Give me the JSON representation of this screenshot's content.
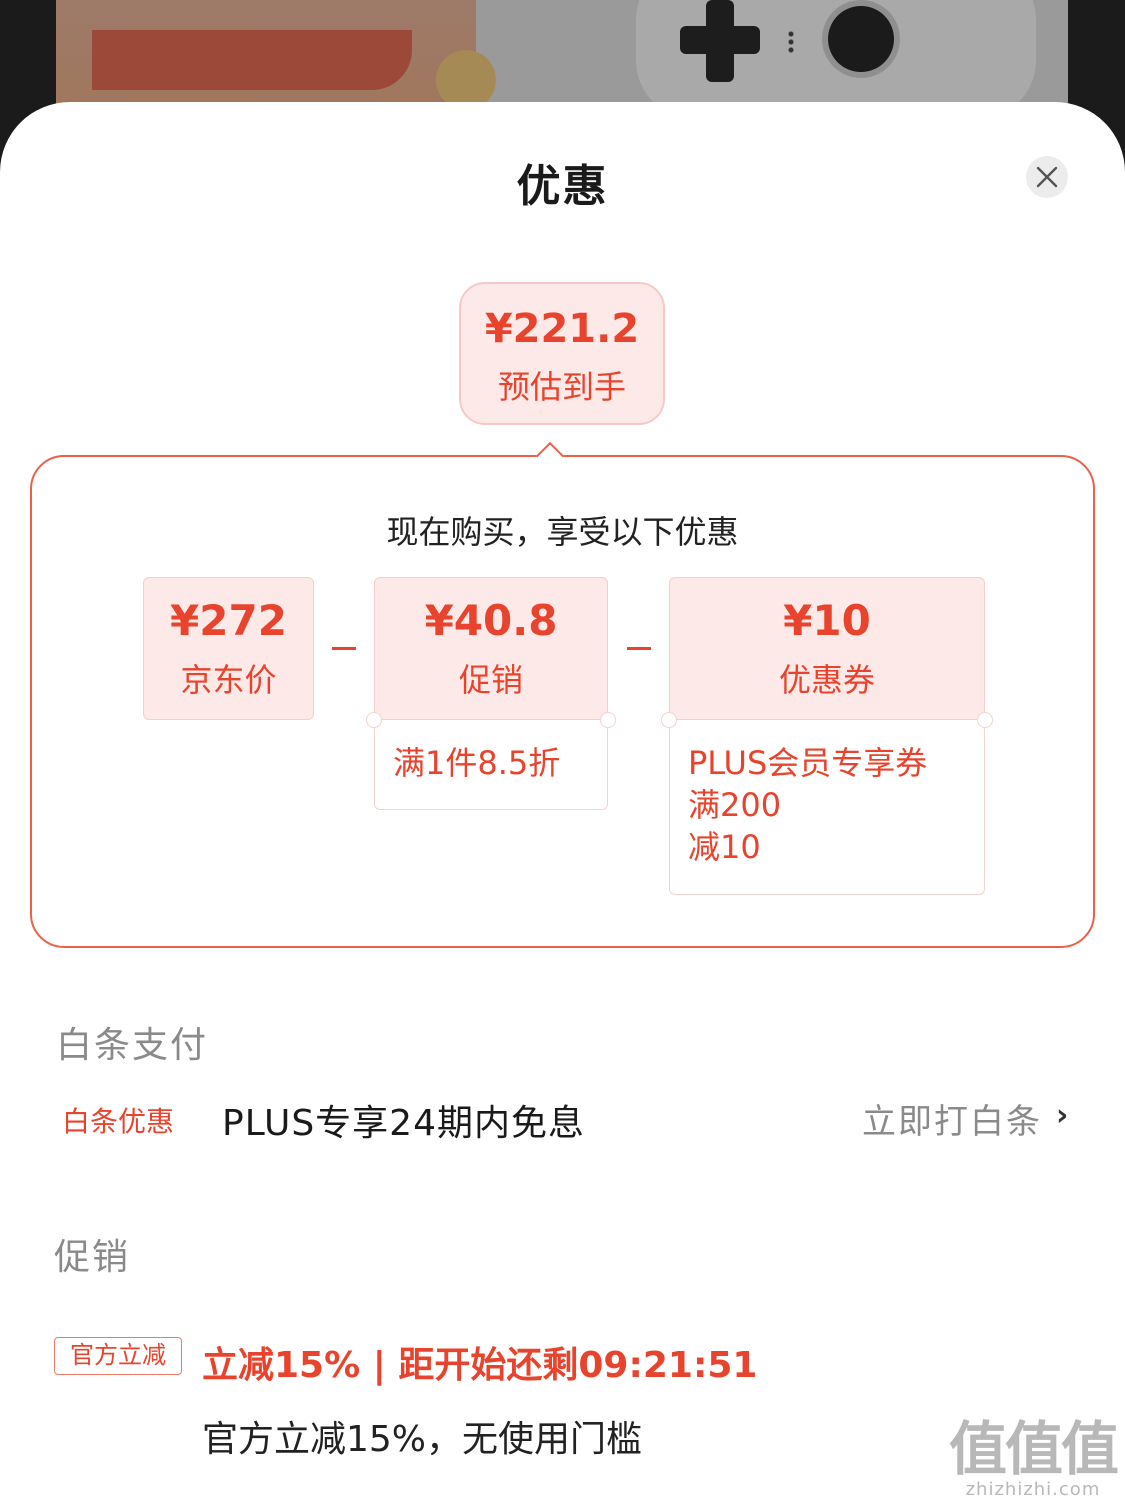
{
  "sheet": {
    "title": "优惠"
  },
  "estimate": {
    "price": "¥221.2",
    "label": "预估到手"
  },
  "breakdown": {
    "heading": "现在购买，享受以下优惠",
    "items": [
      {
        "price": "¥272",
        "label": "京东价"
      },
      {
        "price": "¥40.8",
        "label": "促销",
        "detail": [
          "满1件8.5折"
        ]
      },
      {
        "price": "¥10",
        "label": "优惠券",
        "detail": [
          "PLUS会员专享券",
          "满200",
          "减10"
        ]
      }
    ]
  },
  "baitiao": {
    "section": "白条支付",
    "tag": "白条优惠",
    "text": "PLUS专享24期内免息",
    "action": "立即打白条"
  },
  "promotion": {
    "section": "促销",
    "tag": "官方立减",
    "headline": "立减15% | 距开始还剩09:21:51",
    "description": "官方立减15%，无使用门槛"
  },
  "watermark": {
    "logo": "值值值",
    "site": "zhizhizhi.com"
  },
  "colors": {
    "accent": "#e8442d",
    "card_bg": "#fde9e8",
    "muted": "#8a8a8a"
  },
  "icons": [
    "close-icon",
    "chevron-right-icon"
  ]
}
